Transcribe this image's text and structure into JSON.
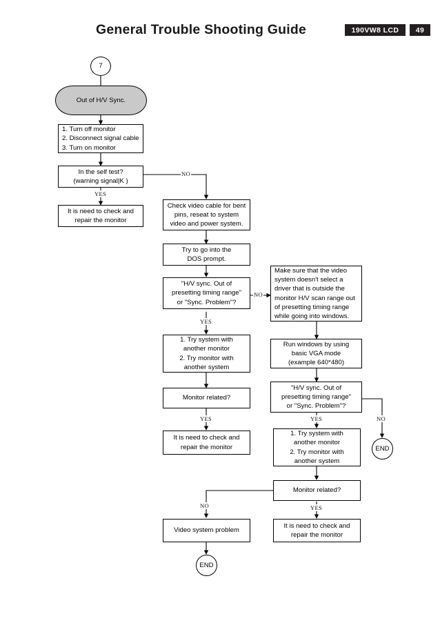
{
  "header": {
    "title": "General Trouble Shooting Guide",
    "model_badge": "190VW8 LCD",
    "page_badge": "49"
  },
  "flowchart": {
    "connector_in": "7",
    "nodes": {
      "start": "Out of H/V Sync.",
      "power_cycle": "1. Turn off monitor\n2. Disconnect signal cable\n3. Turn on monitor",
      "self_test": "In the self test?\n(warning signal|K )",
      "repair_1": "It is need to check and\nrepair the monitor",
      "check_cable": "Check video cable for bent\npins, reseat to system\nvideo and power system.",
      "dos_prompt": "Try to go into the\nDOS prompt.",
      "sync_question_1": "\"H/V sync. Out of\npresetting timing range\"\nor \"Sync. Problem\"?",
      "make_sure_driver": "Make sure that the video\nsystem doesn't select a\ndriver that is outside the\nmonitor H/V scan range out\nof presetting timing range\nwhile going into windows.",
      "try_system_1": "1. Try system with\nanother monitor\n2. Try monitor with\nanother system",
      "run_windows_vga": "Run windows by using\nbasic VGA mode\n(example 640*480)",
      "monitor_related_1": "Monitor related?",
      "sync_question_2": "\"H/V sync. Out of\npresetting timing range\"\nor \"Sync. Problem\"?",
      "repair_2": "It is need to check and\nrepair the monitor",
      "try_system_2": "1. Try system with\nanother monitor\n2. Try monitor with\nanother system",
      "end_right": "END",
      "monitor_related_2": "Monitor related?",
      "video_system_problem": "Video system problem",
      "repair_3": "It is need to check and\nrepair the monitor",
      "end_bottom": "END"
    },
    "edge_labels": {
      "self_test_no": "NO",
      "self_test_yes": "YES",
      "sync1_no": "NO",
      "sync1_yes": "YES",
      "monitor_related_1_yes": "YES",
      "sync2_no": "NO",
      "sync2_yes": "YES",
      "monitor_related_2_no": "NO",
      "monitor_related_2_yes": "YES"
    }
  }
}
